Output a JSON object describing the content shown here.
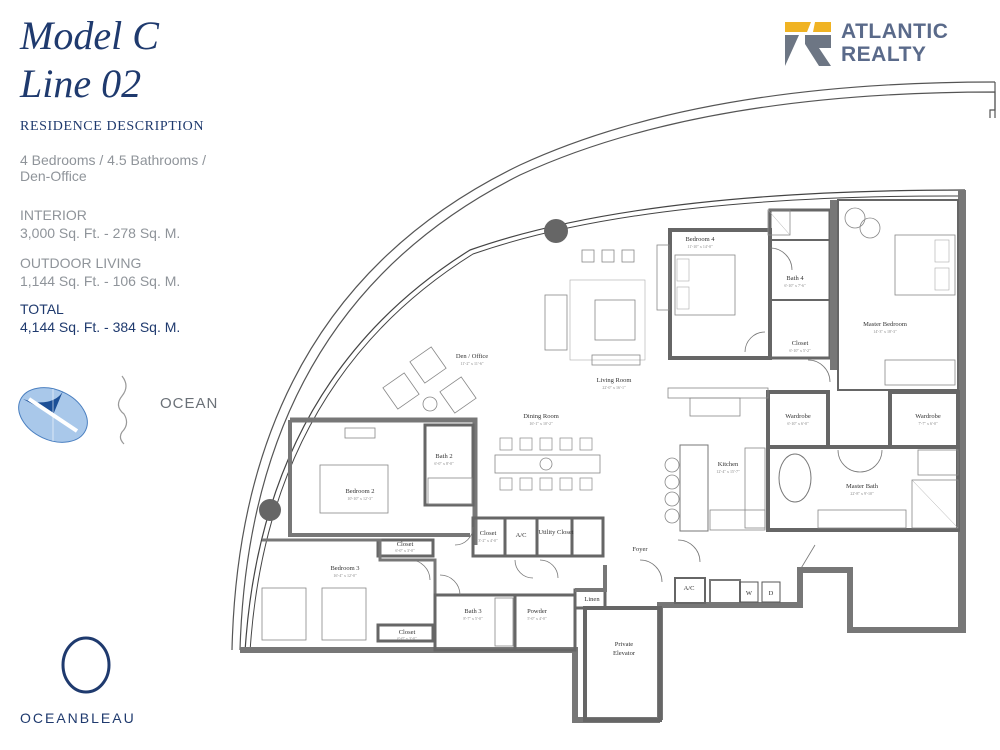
{
  "header": {
    "model": "Model C",
    "line": "Line 02",
    "section_title": "RESIDENCE DESCRIPTION"
  },
  "description": {
    "layout_line1": "4 Bedrooms / 4.5 Bathrooms /",
    "layout_line2": "Den-Office",
    "interior_label": "INTERIOR",
    "interior_value": "3,000 Sq. Ft. - 278 Sq. M.",
    "outdoor_label": "OUTDOOR LIVING",
    "outdoor_value": "1,144 Sq. Ft. - 106 Sq. M.",
    "total_label": "TOTAL",
    "total_value": "4,144 Sq. Ft. - 384 Sq. M."
  },
  "brand": {
    "line1": "ATLANTIC",
    "line2": "REALTY",
    "colors": {
      "yellow": "#f0b323",
      "gray": "#6d7684"
    }
  },
  "orientation": {
    "ocean_label": "OCEAN"
  },
  "developer": {
    "letter": "O",
    "name": "OCEANBLEAU"
  },
  "rooms": {
    "bedroom4": {
      "name": "Bedroom 4",
      "dims": "11'-10\" x 14'-0\""
    },
    "bath4": {
      "name": "Bath 4",
      "dims": "6'-10\" x 7'-6\""
    },
    "closet_b4": {
      "name": "Closet",
      "dims": "6'-10\" x 5'-2\""
    },
    "master_bedroom": {
      "name": "Master Bedroom",
      "dims": "14'-3\" x 18'-3\""
    },
    "living_room": {
      "name": "Living Room",
      "dims": "22'-0\" x 16'-1\""
    },
    "den_office": {
      "name": "Den / Office",
      "dims": "11'-2\" x 11'-6\""
    },
    "dining_room": {
      "name": "Dining Room",
      "dims": "16'-1\" x 10'-2\""
    },
    "wardrobe1": {
      "name": "Wardrobe",
      "dims": "6'-10\" x 6'-0\""
    },
    "wardrobe2": {
      "name": "Wardrobe",
      "dims": "7'-7\" x 6'-0\""
    },
    "kitchen": {
      "name": "Kitchen",
      "dims": "12'-4\" x 15'-7\""
    },
    "master_bath": {
      "name": "Master Bath",
      "dims": "22'-8\" x 9'-10\""
    },
    "bath2": {
      "name": "Bath 2",
      "dims": "6'-0\" x 8'-0\""
    },
    "bedroom2": {
      "name": "Bedroom 2",
      "dims": "10'-10\" x 12'-3\""
    },
    "closet_mid": {
      "name": "Closet",
      "dims": "3'-2\" x 4'-0\""
    },
    "ac1": {
      "name": "A/C",
      "dims": ""
    },
    "utility_closet": {
      "name": "Utility Closet",
      "dims": ""
    },
    "closet_b2": {
      "name": "Closet",
      "dims": "6'-0\" x 3'-0\""
    },
    "bedroom3": {
      "name": "Bedroom 3",
      "dims": "16'-4\" x 12'-0\""
    },
    "foyer": {
      "name": "Foyer",
      "dims": ""
    },
    "ac2": {
      "name": "A/C",
      "dims": ""
    },
    "linen": {
      "name": "Linen",
      "dims": ""
    },
    "bath3": {
      "name": "Bath 3",
      "dims": "8'-7\" x 5'-0\""
    },
    "powder": {
      "name": "Powder",
      "dims": "5'-0\" x 4'-0\""
    },
    "closet_b3": {
      "name": "Closet",
      "dims": "6'-0\" x 3'-0\""
    },
    "private_elevator_1": {
      "name": "Private",
      "dims": ""
    },
    "private_elevator_2": {
      "name": "Elevator",
      "dims": ""
    },
    "washer": {
      "name": "W",
      "dims": ""
    },
    "dryer": {
      "name": "D",
      "dims": ""
    }
  }
}
